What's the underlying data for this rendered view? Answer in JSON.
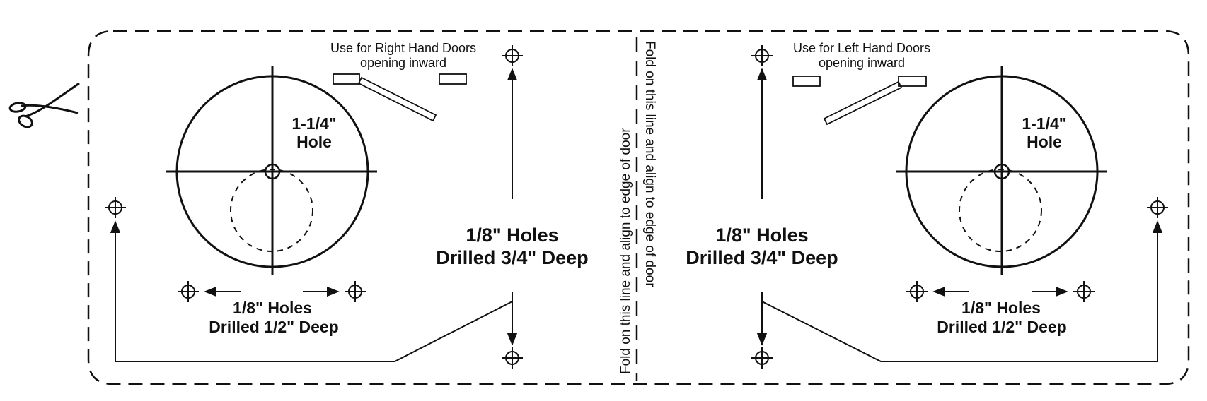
{
  "right_panel": {
    "usage_line1": "Use for Right Hand Doors",
    "usage_line2": "opening inward",
    "hole_size": "1-1/4\"",
    "hole_word": "Hole",
    "side_holes_line1": "1/8\" Holes",
    "side_holes_line2": "Drilled 3/4\" Deep",
    "bottom_holes_line1": "1/8\" Holes",
    "bottom_holes_line2": "Drilled 1/2\" Deep"
  },
  "left_panel": {
    "usage_line1": "Use for Left Hand Doors",
    "usage_line2": "opening inward",
    "hole_size": "1-1/4\"",
    "hole_word": "Hole",
    "side_holes_line1": "1/8\" Holes",
    "side_holes_line2": "Drilled 3/4\" Deep",
    "bottom_holes_line1": "1/8\" Holes",
    "bottom_holes_line2": "Drilled 1/2\" Deep"
  },
  "fold": {
    "instruction_left": "Fold on this line and align to edge of door",
    "instruction_right": "Fold on this line and align to edge of door"
  },
  "icons": {
    "cut": "scissors-icon",
    "hole_marker": "crosshair-icon"
  },
  "colors": {
    "ink": "#111111",
    "paper": "#ffffff"
  }
}
